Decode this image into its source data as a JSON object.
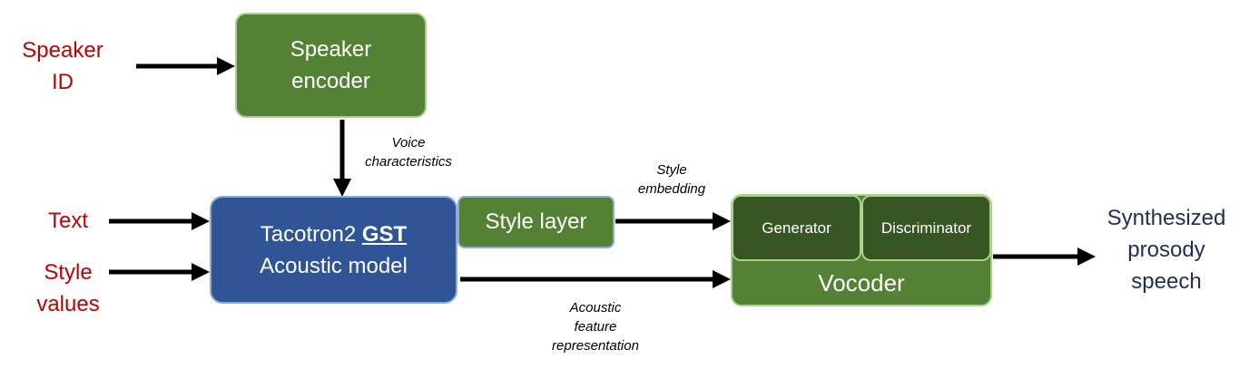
{
  "inputs": {
    "speaker_id": [
      "Speaker",
      "ID"
    ],
    "text": "Text",
    "style_values": [
      "Style",
      "values"
    ]
  },
  "blocks": {
    "speaker_encoder": [
      "Speaker",
      "encoder"
    ],
    "acoustic_model": {
      "line1_prefix": "Tacotron2 ",
      "line1_emph": "GST",
      "line2": "Acoustic model"
    },
    "style_layer": "Style layer",
    "generator": "Generator",
    "discriminator": "Discriminator",
    "vocoder": "Vocoder"
  },
  "annotations": {
    "voice_characteristics": [
      "Voice",
      "characteristics"
    ],
    "style_embedding": [
      "Style",
      "embedding"
    ],
    "acoustic_feature_representation": [
      "Acoustic",
      "feature",
      "representation"
    ]
  },
  "output": [
    "Synthesized",
    "prosody",
    "speech"
  ],
  "colors": {
    "input_text": "#c00000",
    "output_text": "#1f2d5a",
    "green_block": "#548235",
    "dark_green_block": "#375623",
    "blue_block": "#2f5597",
    "arrow": "#000000"
  }
}
